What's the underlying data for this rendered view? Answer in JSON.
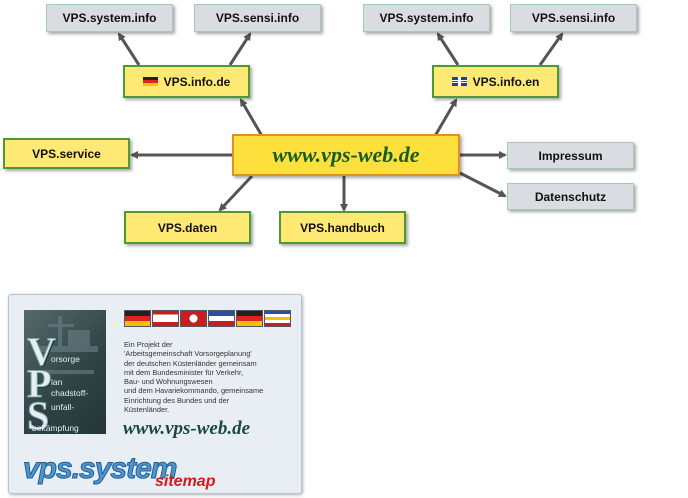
{
  "center": {
    "label": "www.vps-web.de"
  },
  "nodes": {
    "info_de": "VPS.info.de",
    "info_en": "VPS.info.en",
    "de_system": "VPS.system.info",
    "de_sensi": "VPS.sensi.info",
    "en_system": "VPS.system.info",
    "en_sensi": "VPS.sensi.info",
    "service": "VPS.service",
    "daten": "VPS.daten",
    "handbuch": "VPS.handbuch",
    "impressum": "Impressum",
    "datenschutz": "Datenschutz"
  },
  "card": {
    "logo": {
      "letter_v": "V",
      "letter_p": "P",
      "letter_s": "S",
      "word1": "orsorge",
      "word2a": "lan",
      "word2b": "chadstoff-",
      "word3": "unfall-",
      "word4": "bekämpfung"
    },
    "description": [
      "Ein Projekt der",
      "'Arbeitsgemeinschaft Vorsorgeplanung'",
      "der deutschen Küstenländer gemeinsam",
      "mit dem Bundesminister für Verkehr,",
      "Bau- und Wohnungswesen",
      "und dem Havariekommando, gemeinsame",
      "Einrichtung des Bundes und der",
      "Küstenländer."
    ],
    "url": "www.vps-web.de",
    "brand": "vps.system",
    "brand_sub": "sitemap"
  },
  "colors": {
    "link": "#555555",
    "node_green_border": "#4d9a2e",
    "node_yellow_fill": "#fde974",
    "center_fill": "#fde03c",
    "center_border": "#e0902b",
    "gray_fill": "#d9dde2"
  }
}
